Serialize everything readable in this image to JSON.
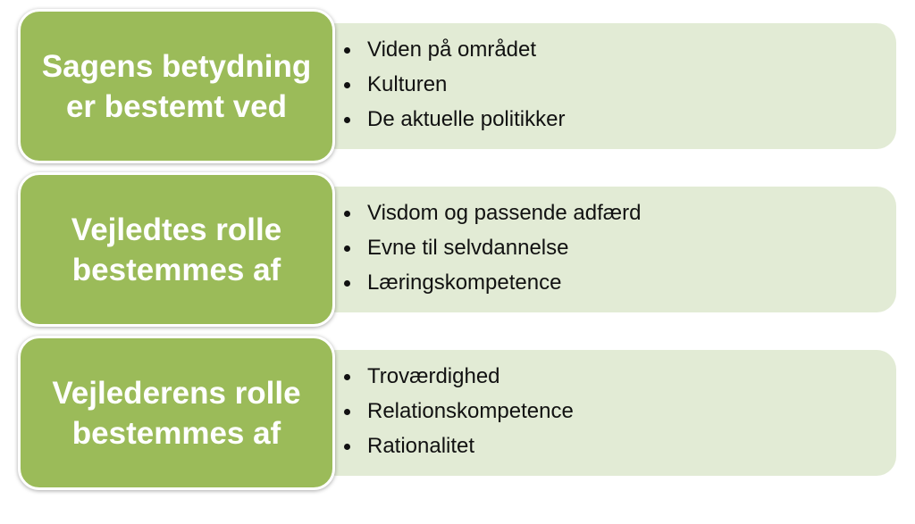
{
  "colors": {
    "accent": "#9bbb59",
    "panel": "#e2ebd5"
  },
  "rows": [
    {
      "title": "Sagens betydning er bestemt ved",
      "items": [
        "Viden på området",
        "Kulturen",
        "De aktuelle politikker"
      ]
    },
    {
      "title": "Vejledtes rolle bestemmes af",
      "items": [
        "Visdom og passende adfærd",
        "Evne til selvdannelse",
        "Læringskompetence"
      ]
    },
    {
      "title": "Vejlederens rolle bestemmes af",
      "items": [
        "Troværdighed",
        "Relationskompetence",
        "Rationalitet"
      ]
    }
  ]
}
